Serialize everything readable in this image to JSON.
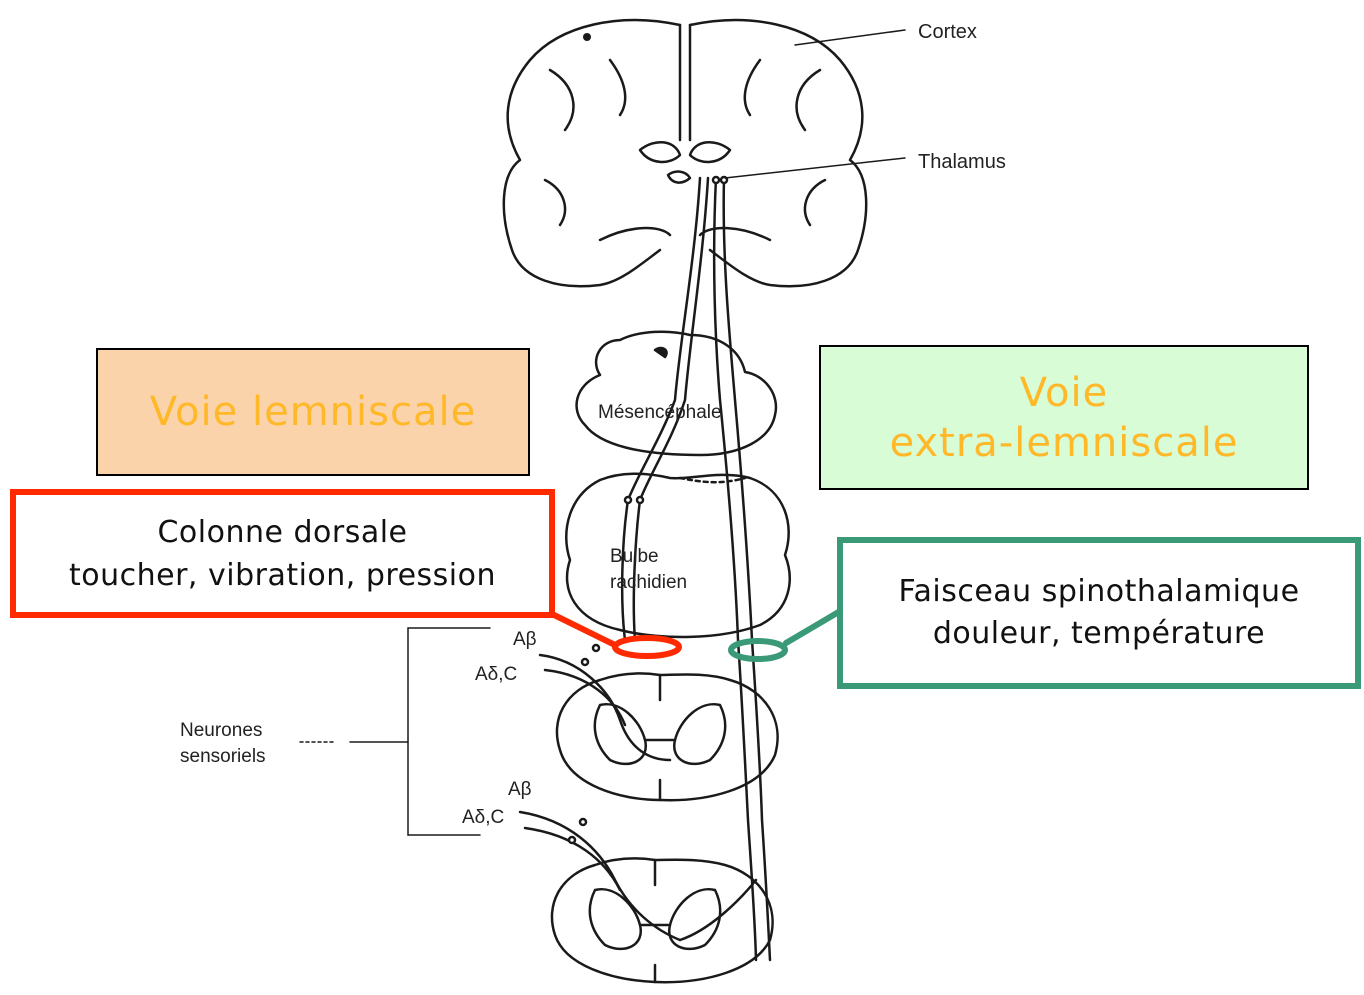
{
  "colors": {
    "lemniscale_fill": "#fbd3ab",
    "extra_fill": "#d7fcd6",
    "title_text": "#ffb828",
    "red_accent": "#ff2a00",
    "green_accent": "#3a9a78",
    "line": "#1a1a1a"
  },
  "labels": {
    "cortex": "Cortex",
    "thalamus": "Thalamus",
    "mesencephale": "Mésencéphale",
    "bulbe_line1": "Bulbe",
    "bulbe_line2": "rachidien",
    "neurones_line1": "Neurones",
    "neurones_line2": "sensoriels",
    "a_beta": "Aβ",
    "a_delta_c": "Aδ,C"
  },
  "callouts": {
    "lemniscale": {
      "title": "Voie lemniscale"
    },
    "extra": {
      "line1": "Voie",
      "line2": "extra-lemniscale"
    },
    "colonne": {
      "line1": "Colonne dorsale",
      "line2": "toucher, vibration, pression"
    },
    "faisceau": {
      "line1": "Faisceau spinothalamique",
      "line2": "douleur, température"
    }
  }
}
